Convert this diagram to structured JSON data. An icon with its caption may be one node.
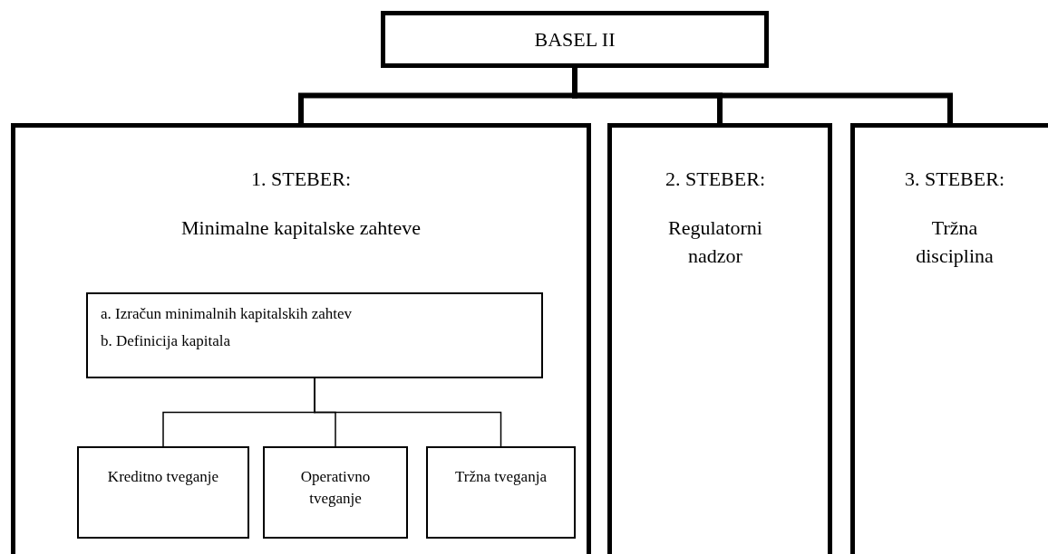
{
  "diagram": {
    "nodes": [
      {
        "text": [
          "BASEL II"
        ]
      },
      {
        "text": [
          "1. STEBER:",
          "Minimalne kapitalske zahteve"
        ]
      },
      {
        "text": [
          "a. Izračun minimalnih kapitalskih zahtev",
          "b. Definicija kapitala"
        ],
        "in": 1
      },
      {
        "text": [
          "Kreditno tveganje"
        ],
        "in": 1
      },
      {
        "text": [
          "Operativno tveganje"
        ],
        "in": 1
      },
      {
        "text": [
          "Tržna tveganja"
        ],
        "in": 1
      },
      {
        "text": [
          "2. STEBER:",
          "Regulatorni nadzor"
        ]
      },
      {
        "text": [
          "3. STEBER:",
          "Tržna disciplina"
        ]
      }
    ],
    "edges": [
      {
        "from": 0,
        "to": 1,
        "arrow": "none",
        "style": "thick"
      },
      {
        "from": 0,
        "to": 6,
        "arrow": "none",
        "style": "thick"
      },
      {
        "from": 0,
        "to": 7,
        "arrow": "none",
        "style": "thick"
      },
      {
        "from": 2,
        "to": 3,
        "arrow": "none"
      },
      {
        "from": 2,
        "to": 4,
        "arrow": "none"
      },
      {
        "from": 2,
        "to": 5,
        "arrow": "none"
      }
    ]
  }
}
